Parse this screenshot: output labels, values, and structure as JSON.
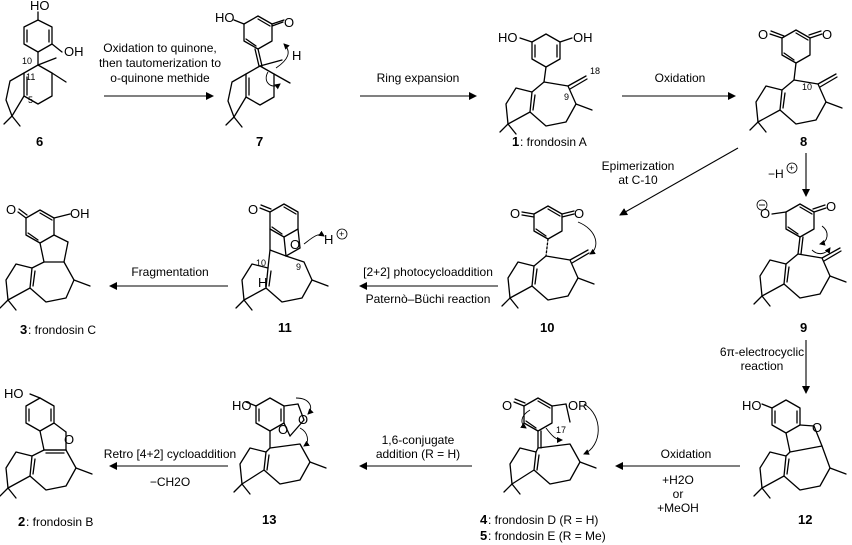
{
  "compounds": {
    "c6": {
      "id": "6"
    },
    "c7": {
      "id": "7"
    },
    "c1": {
      "id": "1",
      "name": ": frondosin A"
    },
    "c8": {
      "id": "8"
    },
    "c3": {
      "id": "3",
      "name": ": frondosin C"
    },
    "c11": {
      "id": "11"
    },
    "c10": {
      "id": "10"
    },
    "c9": {
      "id": "9"
    },
    "c2": {
      "id": "2",
      "name": ": frondosin B"
    },
    "c13": {
      "id": "13"
    },
    "c4": {
      "id": "4",
      "name": ": frondosin D (R = H)"
    },
    "c5": {
      "id": "5",
      "name": ": frondosin E (R = Me)"
    },
    "c12": {
      "id": "12"
    }
  },
  "atoms": {
    "ho": "HO",
    "oh": "OH",
    "o": "O",
    "h": "H",
    "or": "OR",
    "o_minus": "O",
    "n10": "10",
    "n11": "11",
    "n5": "5",
    "n18": "18",
    "n9": "9",
    "n17": "17"
  },
  "steps": {
    "s1_line1": "Oxidation to quinone,",
    "s1_line2": "then tautomerization to",
    "s1_line3": "o-quinone methide",
    "s2": "Ring expansion",
    "s3": "Oxidation",
    "s4_line1": "Epimerization",
    "s4_line2": "at C-10",
    "s5": "−H",
    "s6_line1": "6π-electrocyclic",
    "s6_line2": "reaction",
    "s7_line1": "[2+2] photocycloaddition",
    "s7_line2": "Paternò–Büchi reaction",
    "s8": "Fragmentation",
    "s9_line1": "Oxidation",
    "s9_line2": "+H2O",
    "s9_line3": "or",
    "s9_line4": "+MeOH",
    "s10_line1": "1,6-conjugate",
    "s10_line2": "addition (R = H)",
    "s11_line1": "Retro [4+2] cycloaddition",
    "s11_line2": "−CH2O"
  }
}
